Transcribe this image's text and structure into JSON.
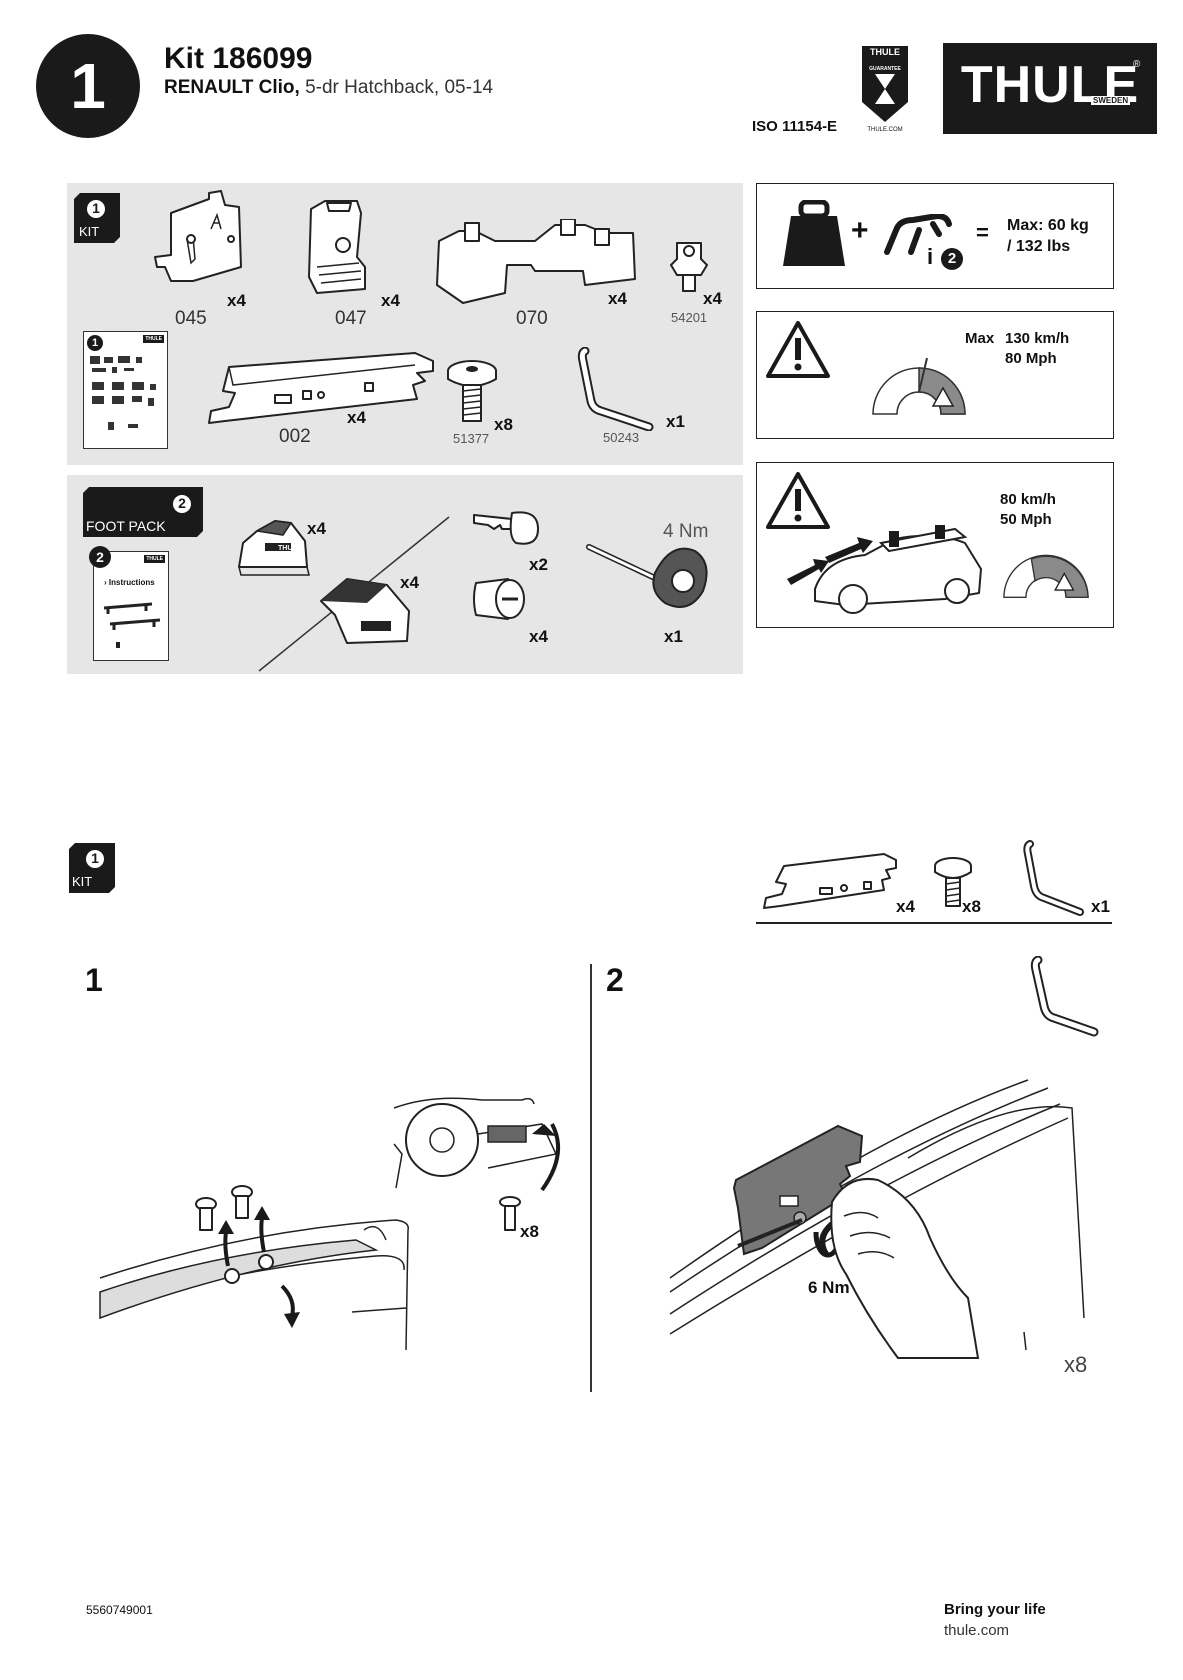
{
  "header": {
    "step_number": "1",
    "kit_title": "Kit 186099",
    "vehicle_make_model": "RENAULT Clio,",
    "vehicle_details": "5-dr Hatchback, 05-14",
    "iso": "ISO 11154-E",
    "guarantee_badge": {
      "top": "THULE",
      "mid": "GUARANTEE",
      "bottom": "THULE.COM"
    },
    "logo": {
      "text": "THULE",
      "sub": "SWEDEN",
      "registered": "®"
    }
  },
  "kit_panel": {
    "badge_number": "1",
    "badge_label": "KIT",
    "manual_number": "1",
    "manual_brand": "THULE",
    "parts": [
      {
        "part_no": "045",
        "qty": "x4"
      },
      {
        "part_no": "047",
        "qty": "x4"
      },
      {
        "part_no": "070",
        "qty": "x4"
      },
      {
        "part_no": "54201",
        "qty": "x4"
      },
      {
        "part_no": "002",
        "qty": "x4"
      },
      {
        "part_no": "51377",
        "qty": "x8"
      },
      {
        "part_no": "50243",
        "qty": "x1"
      }
    ]
  },
  "foot_pack_panel": {
    "badge_number": "2",
    "badge_label": "FOOT PACK",
    "manual_number": "2",
    "manual_brand": "THULE",
    "manual_text": "› Instructions",
    "foot_brand": "THULE",
    "items": [
      {
        "qty": "x4"
      },
      {
        "qty": "x4"
      },
      {
        "qty": "x2"
      },
      {
        "qty": "x4"
      },
      {
        "qty": "x1",
        "torque": "4 Nm"
      }
    ]
  },
  "warnings": {
    "load": {
      "plus": "+",
      "info": "i",
      "info_num": "2",
      "equals": "=",
      "line1": "Max: 60 kg",
      "line2": "/ 132 lbs"
    },
    "speed_max": {
      "label": "Max",
      "line1": "130 km/h",
      "line2": "80 Mph"
    },
    "speed_load": {
      "line1": "80 km/h",
      "line2": "50 Mph"
    }
  },
  "section2": {
    "badge_number": "1",
    "badge_label": "KIT",
    "parts": [
      {
        "qty": "x4"
      },
      {
        "qty": "x8"
      },
      {
        "qty": "x1"
      }
    ]
  },
  "steps": [
    {
      "number": "1",
      "qty": "x8"
    },
    {
      "number": "2",
      "torque": "6 Nm",
      "repeat": "x8"
    }
  ],
  "footer": {
    "doc_number": "5560749001",
    "slogan": "Bring your life",
    "website": "thule.com"
  },
  "colors": {
    "panel_grey": "#e6e6e6",
    "logo_black": "#1a1a1a",
    "warning_dark": "#8a8a8a"
  }
}
